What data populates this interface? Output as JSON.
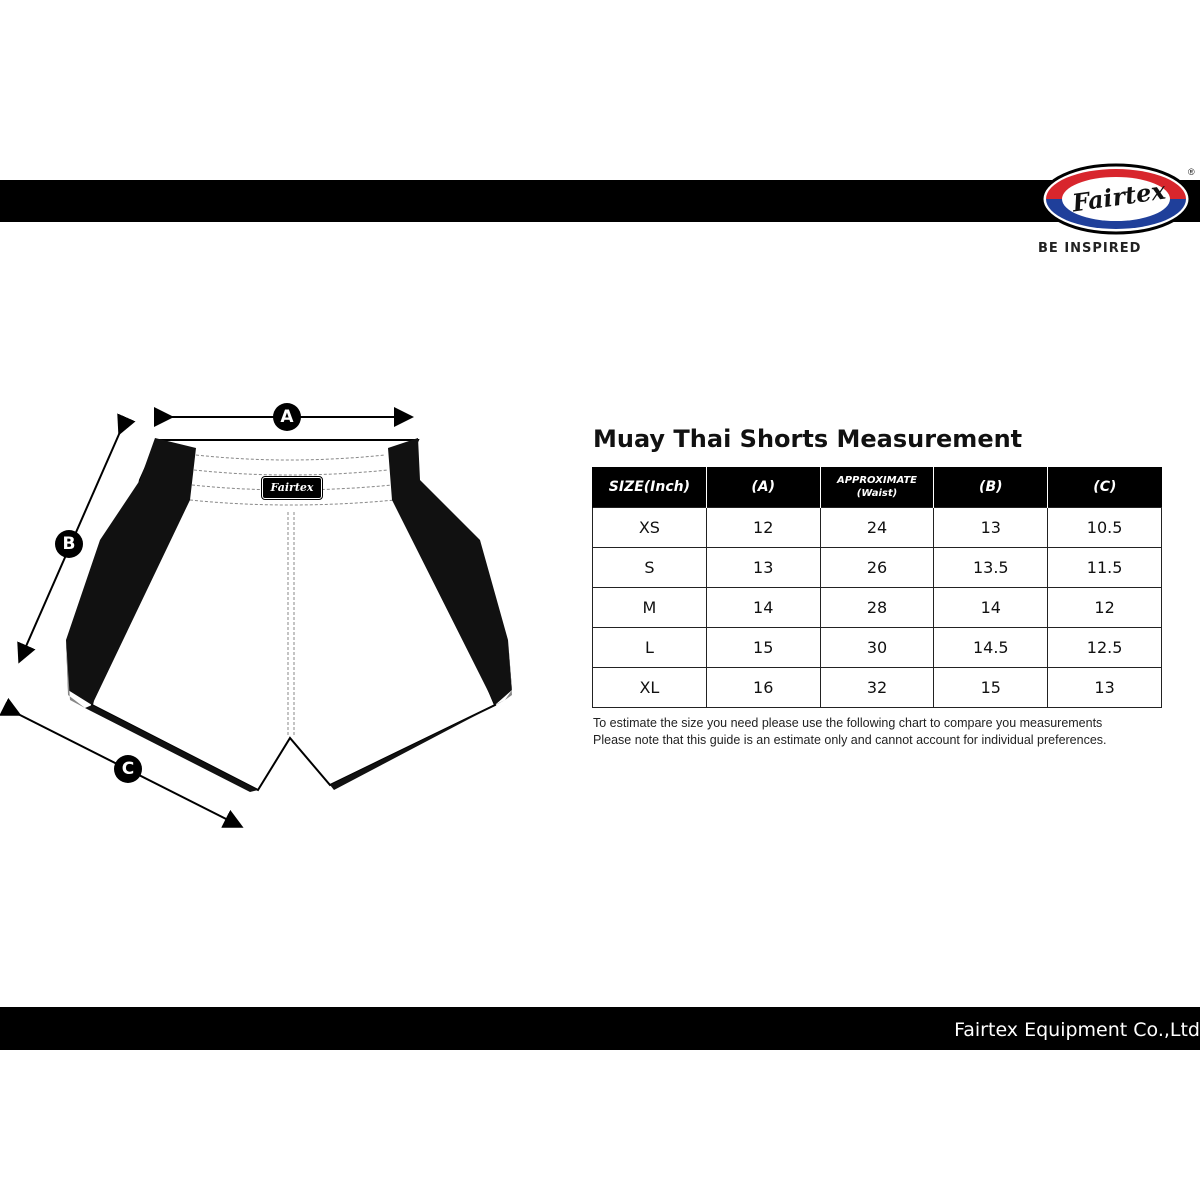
{
  "brand": {
    "logo_text": "Fairtex",
    "tagline": "BE INSPIRED",
    "registered_mark": "®",
    "colors": {
      "red": "#d8262d",
      "blue": "#1f3f9a",
      "black": "#000000"
    }
  },
  "diagram": {
    "labels": {
      "a": "A",
      "b": "B",
      "c": "C"
    },
    "waistband_logo": "Fairtex"
  },
  "table": {
    "title": "Muay Thai Shorts Measurement",
    "headers": [
      "SIZE(Inch)",
      "(A)",
      "APPROXIMATE",
      "(B)",
      "(C)"
    ],
    "header_sub": "(Waist)",
    "rows": [
      [
        "XS",
        "12",
        "24",
        "13",
        "10.5"
      ],
      [
        "S",
        "13",
        "26",
        "13.5",
        "11.5"
      ],
      [
        "M",
        "14",
        "28",
        "14",
        "12"
      ],
      [
        "L",
        "15",
        "30",
        "14.5",
        "12.5"
      ],
      [
        "XL",
        "16",
        "32",
        "15",
        "13"
      ]
    ],
    "notes": [
      "To estimate the size you need please use the following chart to compare you measurements",
      "Please note that this guide is an estimate only and cannot account for individual preferences."
    ]
  },
  "footer": {
    "company": "Fairtex Equipment Co.,Ltd"
  }
}
